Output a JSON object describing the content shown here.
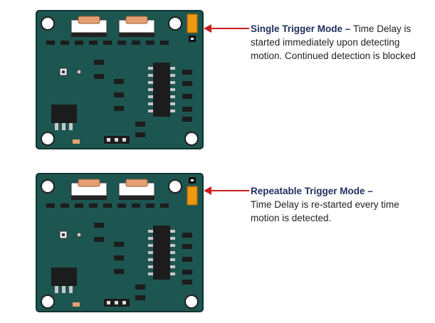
{
  "modes": [
    {
      "title": "Single Trigger Mode",
      "separator": " – ",
      "description": "Time Delay is started immediately upon detecting motion. Continued detection is blocked",
      "jumper_position": "top"
    },
    {
      "title": "Repeatable Trigger Mode",
      "separator": " –",
      "description": "Time Delay is re-started every time motion is detected.",
      "jumper_position": "bottom"
    }
  ],
  "colors": {
    "pcb": "#1d5550",
    "pcb_edge": "#0f3330",
    "jumper": "#f0960f",
    "arrow": "#d01c1c",
    "title": "#1f2f5e",
    "component": "#1c1c1c",
    "solder": "#c8c8c8",
    "pot_body": "#ffffff",
    "pot_knob": "#e4a072"
  },
  "icons": {
    "board": "pir-sensor-board-icon",
    "arrow": "red-arrow-icon"
  }
}
